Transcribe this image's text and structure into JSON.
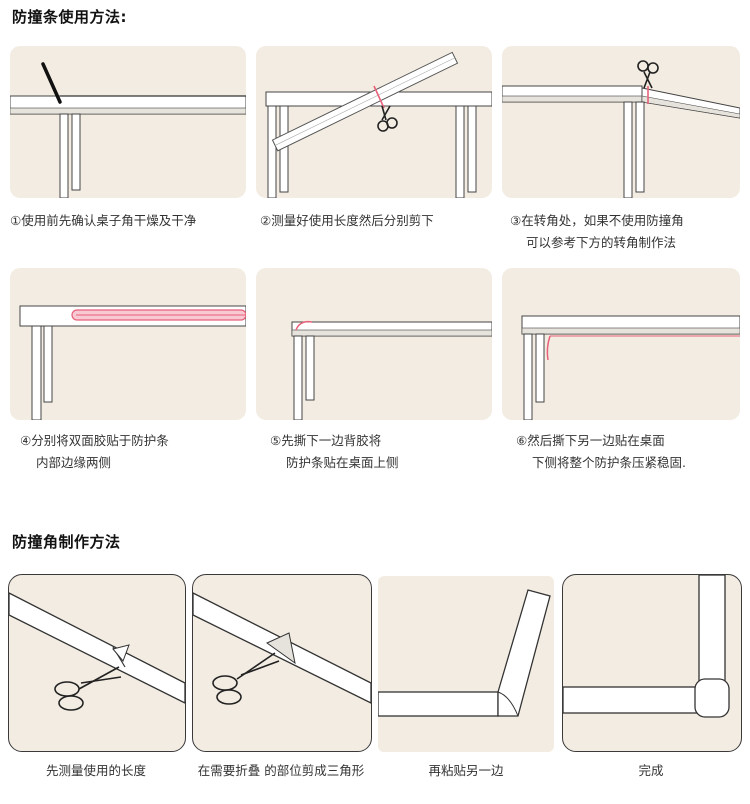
{
  "section1": {
    "title": "防撞条使用方法:",
    "steps": [
      {
        "lines": [
          "①使用前先确认桌子角干燥及干净"
        ]
      },
      {
        "lines": [
          "②测量好使用长度然后分别剪下"
        ]
      },
      {
        "lines": [
          "③在转角处，如果不使用防撞角",
          "可以参考下方的转角制作法"
        ]
      },
      {
        "lines": [
          "④分别将双面胶贴于防护条",
          "内部边缘两侧"
        ]
      },
      {
        "lines": [
          "⑤先撕下一边背胶将",
          "防护条贴在桌面上侧"
        ]
      },
      {
        "lines": [
          "⑥然后撕下另一边贴在桌面",
          "下侧将整个防护条压紧稳固."
        ]
      }
    ]
  },
  "section2": {
    "title": "防撞角制作方法",
    "steps": [
      {
        "caption": "先测量使用的长度"
      },
      {
        "caption": "在需要折叠 的部位剪成三角形"
      },
      {
        "caption": "再粘贴另一边"
      },
      {
        "caption": "完成"
      }
    ]
  },
  "colors": {
    "panel_bg": "#f3ece2",
    "strip_pink": "#e8607a",
    "line_dark": "#2a2a2a"
  }
}
